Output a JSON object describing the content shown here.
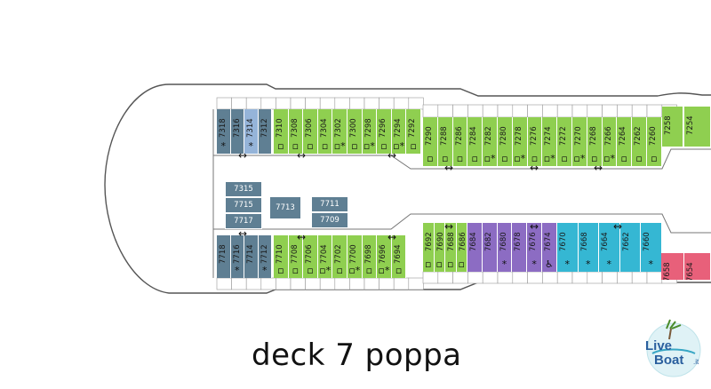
{
  "caption": "deck 7 poppa",
  "logo": {
    "text_top": "Live",
    "text_bottom": "Boat",
    "suffix": ".it"
  },
  "colors": {
    "green": "#8fcf50",
    "slate": "#5f7f93",
    "light_blue": "#95b4d9",
    "purple": "#8c6cc3",
    "cyan": "#35b7d3",
    "pink": "#e8607a",
    "orange": "#f39c3b",
    "hull": "#555555"
  },
  "top_cabins": [
    {
      "id": "7318",
      "color": "slate",
      "mark": "*"
    },
    {
      "id": "7316",
      "color": "slate",
      "mark": ""
    },
    {
      "id": "7314",
      "color": "light_blue",
      "mark": "*"
    },
    {
      "id": "7312",
      "color": "slate",
      "mark": ""
    },
    {
      "id": "7310",
      "color": "green",
      "mark": "▫"
    },
    {
      "id": "7308",
      "color": "green",
      "mark": "▫"
    },
    {
      "id": "7306",
      "color": "green",
      "mark": "▫"
    },
    {
      "id": "7304",
      "color": "green",
      "mark": "▫"
    },
    {
      "id": "7302",
      "color": "green",
      "mark": "▫*"
    },
    {
      "id": "7300",
      "color": "green",
      "mark": "▫"
    },
    {
      "id": "7298",
      "color": "green",
      "mark": "▫*"
    },
    {
      "id": "7296",
      "color": "green",
      "mark": "▫"
    },
    {
      "id": "7294",
      "color": "green",
      "mark": "▫*"
    },
    {
      "id": "7292",
      "color": "green",
      "mark": "▫"
    },
    {
      "id": "7290",
      "color": "green",
      "mark": "▫"
    },
    {
      "id": "7288",
      "color": "green",
      "mark": "▫"
    },
    {
      "id": "7286",
      "color": "green",
      "mark": "▫"
    },
    {
      "id": "7284",
      "color": "green",
      "mark": "▫"
    },
    {
      "id": "7282",
      "color": "green",
      "mark": "▫*"
    },
    {
      "id": "7280",
      "color": "green",
      "mark": "▫"
    },
    {
      "id": "7278",
      "color": "green",
      "mark": "▫*"
    },
    {
      "id": "7276",
      "color": "green",
      "mark": "▫"
    },
    {
      "id": "7274",
      "color": "green",
      "mark": "▫*"
    },
    {
      "id": "7272",
      "color": "green",
      "mark": "▫"
    },
    {
      "id": "7270",
      "color": "green",
      "mark": "▫*"
    },
    {
      "id": "7268",
      "color": "green",
      "mark": "▫"
    },
    {
      "id": "7266",
      "color": "green",
      "mark": "▫*"
    },
    {
      "id": "7264",
      "color": "green",
      "mark": "▫"
    },
    {
      "id": "7262",
      "color": "green",
      "mark": "▫"
    },
    {
      "id": "7260",
      "color": "green",
      "mark": "▫"
    },
    {
      "id": "7258",
      "color": "green",
      "mark": ""
    },
    {
      "id": "7254",
      "color": "green",
      "mark": ""
    }
  ],
  "bottom_cabins": [
    {
      "id": "7718",
      "color": "slate",
      "mark": ""
    },
    {
      "id": "7716",
      "color": "slate",
      "mark": "*"
    },
    {
      "id": "7714",
      "color": "slate",
      "mark": ""
    },
    {
      "id": "7712",
      "color": "slate",
      "mark": "*"
    },
    {
      "id": "7710",
      "color": "green",
      "mark": "▫"
    },
    {
      "id": "7708",
      "color": "green",
      "mark": "▫"
    },
    {
      "id": "7706",
      "color": "green",
      "mark": "▫"
    },
    {
      "id": "7704",
      "color": "green",
      "mark": "▫*"
    },
    {
      "id": "7702",
      "color": "green",
      "mark": "▫"
    },
    {
      "id": "7700",
      "color": "green",
      "mark": "▫*"
    },
    {
      "id": "7698",
      "color": "green",
      "mark": "▫"
    },
    {
      "id": "7696",
      "color": "green",
      "mark": "▫*"
    },
    {
      "id": "7694",
      "color": "green",
      "mark": "▫"
    },
    {
      "id": "7692",
      "color": "green",
      "mark": "▫"
    },
    {
      "id": "7690",
      "color": "green",
      "mark": "▫"
    },
    {
      "id": "7688",
      "color": "green",
      "mark": "▫"
    },
    {
      "id": "7686",
      "color": "green",
      "mark": "▫"
    },
    {
      "id": "7684",
      "color": "purple",
      "mark": ""
    },
    {
      "id": "7682",
      "color": "purple",
      "mark": ""
    },
    {
      "id": "7680",
      "color": "purple",
      "mark": "*"
    },
    {
      "id": "7678",
      "color": "purple",
      "mark": ""
    },
    {
      "id": "7676",
      "color": "purple",
      "mark": "*"
    },
    {
      "id": "7674",
      "color": "purple",
      "mark": "♿"
    },
    {
      "id": "7670",
      "color": "cyan",
      "mark": "*"
    },
    {
      "id": "7668",
      "color": "cyan",
      "mark": "*"
    },
    {
      "id": "7664",
      "color": "cyan",
      "mark": "*"
    },
    {
      "id": "7662",
      "color": "cyan",
      "mark": ""
    },
    {
      "id": "7660",
      "color": "cyan",
      "mark": "*"
    },
    {
      "id": "7658",
      "color": "pink",
      "mark": ""
    },
    {
      "id": "7654",
      "color": "pink",
      "mark": ""
    }
  ],
  "middle_blocks": [
    "7315",
    "7715",
    "7717",
    "7713",
    "7711",
    "7709"
  ]
}
